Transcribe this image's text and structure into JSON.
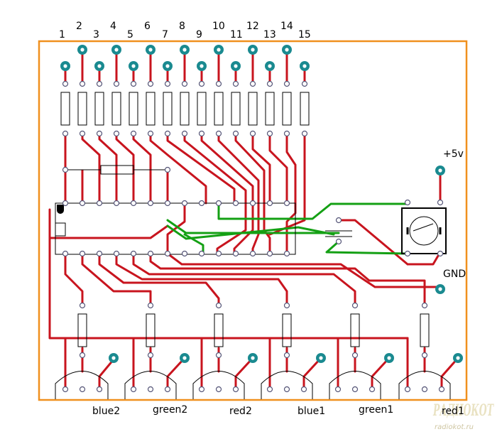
{
  "pin_labels": [
    "1",
    "2",
    "3",
    "4",
    "5",
    "6",
    "7",
    "8",
    "9",
    "10",
    "11",
    "12",
    "13",
    "14",
    "15"
  ],
  "supply_label": "+5v",
  "ground_label": "GND",
  "led_labels": [
    "blue2",
    "green2",
    "red2",
    "blue1",
    "green1",
    "red1"
  ],
  "watermark": {
    "logo": "РАДИОКОТ",
    "site": "radiokot.ru"
  },
  "colors": {
    "board_outline": "#f0901e",
    "trace_red": "#c8141e",
    "trace_green": "#14a014",
    "pad": "#1a8a90"
  }
}
